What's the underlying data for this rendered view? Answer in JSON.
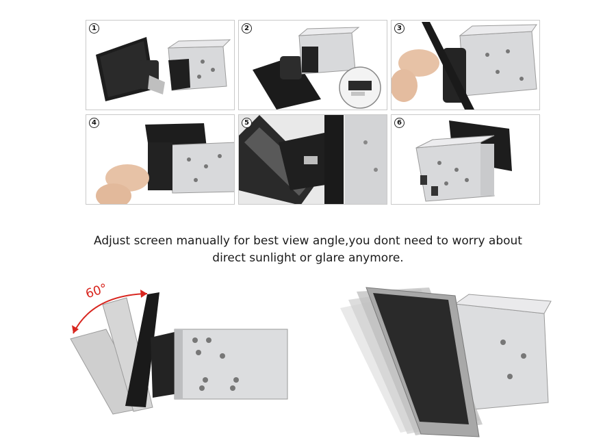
{
  "steps": [
    {
      "number": "1"
    },
    {
      "number": "2"
    },
    {
      "number": "3"
    },
    {
      "number": "4"
    },
    {
      "number": "5"
    },
    {
      "number": "6"
    }
  ],
  "caption": {
    "line1": "Adjust screen manually for best view angle,you dont need to worry about",
    "line2": "direct sunlight or glare anymore."
  },
  "angle_label": "60°",
  "colors": {
    "arrow": "#d8261f",
    "unit_metal": "#d9dadc",
    "screen": "#1b1b1b",
    "border": "#c9c9c9"
  }
}
